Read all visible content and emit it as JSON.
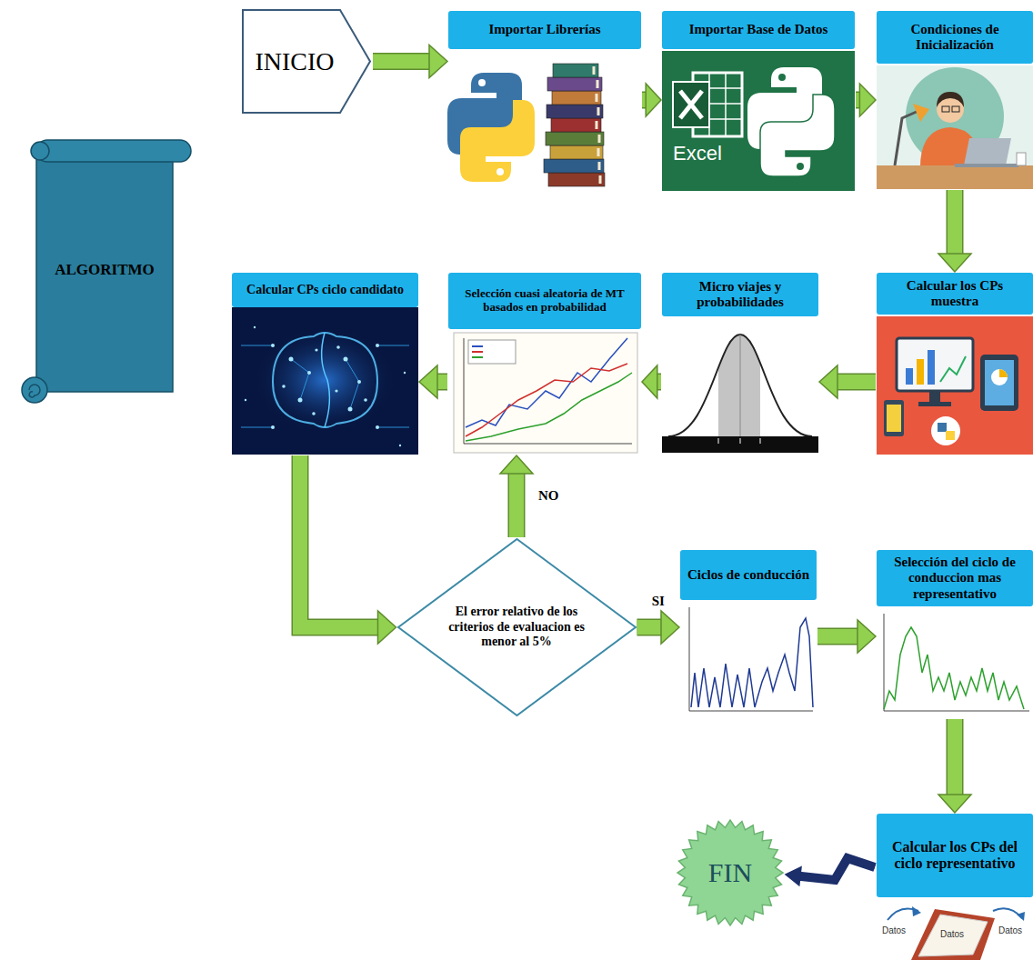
{
  "diagram": {
    "nodes": [
      {
        "text": [
          "ALGORITMO"
        ]
      },
      {
        "text": [
          "INICIO"
        ]
      },
      {
        "text": [
          "Importar Librerías"
        ]
      },
      {
        "text": [
          "Importar Base de Datos"
        ]
      },
      {
        "text": [
          "Condiciones de Inicialización"
        ]
      },
      {
        "text": [
          "Calcular los CPs muestra"
        ]
      },
      {
        "text": [
          "Micro viajes y probabilidades"
        ]
      },
      {
        "text": [
          "Selección cuasi aleatoria de MT basados en probabilidad"
        ]
      },
      {
        "text": [
          "Calcular CPs ciclo candidato"
        ]
      },
      {
        "text": [
          "El error relativo de los criterios de evaluacion es menor al 5%"
        ]
      },
      {
        "text": [
          "Ciclos de conducción"
        ]
      },
      {
        "text": [
          "Selección del ciclo de conduccion mas representativo"
        ]
      },
      {
        "text": [
          "Calcular los CPs del ciclo representativo"
        ]
      },
      {
        "text": [
          "FIN"
        ]
      }
    ],
    "edges": [
      {
        "from": 1,
        "to": 2,
        "arrow": "to"
      },
      {
        "from": 2,
        "to": 3,
        "arrow": "to"
      },
      {
        "from": 3,
        "to": 4,
        "arrow": "to"
      },
      {
        "from": 4,
        "to": 5,
        "arrow": "to"
      },
      {
        "from": 5,
        "to": 6,
        "arrow": "to"
      },
      {
        "from": 6,
        "to": 7,
        "arrow": "to"
      },
      {
        "from": 7,
        "to": 8,
        "arrow": "to"
      },
      {
        "from": 8,
        "to": 9,
        "arrow": "to"
      },
      {
        "from": 9,
        "to": 7,
        "label": "NO",
        "arrow": "to"
      },
      {
        "from": 9,
        "to": 10,
        "label": "SI",
        "arrow": "to"
      },
      {
        "from": 10,
        "to": 11,
        "arrow": "to"
      },
      {
        "from": 11,
        "to": 12,
        "arrow": "to"
      },
      {
        "from": 12,
        "to": 13,
        "arrow": "to"
      }
    ],
    "labels": [
      "Excel",
      "Datos",
      "Datos",
      "Datos"
    ]
  }
}
